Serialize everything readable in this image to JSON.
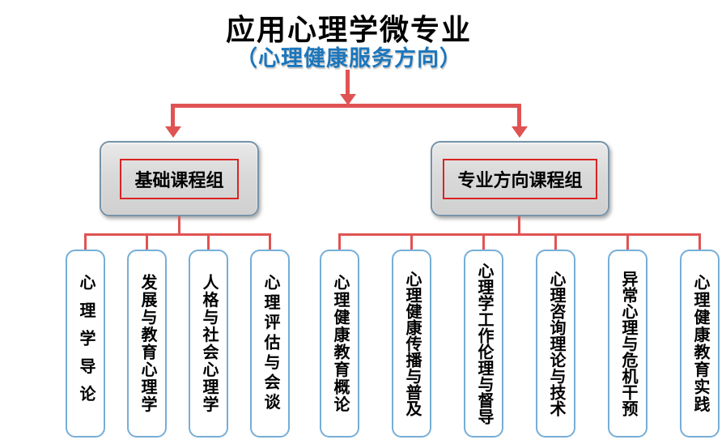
{
  "title": "应用心理学微专业",
  "subtitle": "（心理健康服务方向）",
  "colors": {
    "connector_red": "#e05353",
    "highlight_border_red": "#da2323",
    "group_fill_gray": "#d9d9d9",
    "group_border_blue": "#7593a9",
    "course_border_blue": "#76aed6",
    "subtitle_blue": "#1b76bc",
    "text_black": "#000000"
  },
  "groups": [
    {
      "label": "基础课程组",
      "courses": [
        "心理学导论",
        "发展与教育心理学",
        "人格与社会心理学",
        "心理评估与会谈"
      ]
    },
    {
      "label": "专业方向课程组",
      "courses": [
        "心理健康教育概论",
        "心理健康传播与普及",
        "心理学工作伦理与督导",
        "心理咨询理论与技术",
        "异常心理与危机干预",
        "心理健康教育实践"
      ]
    }
  ]
}
